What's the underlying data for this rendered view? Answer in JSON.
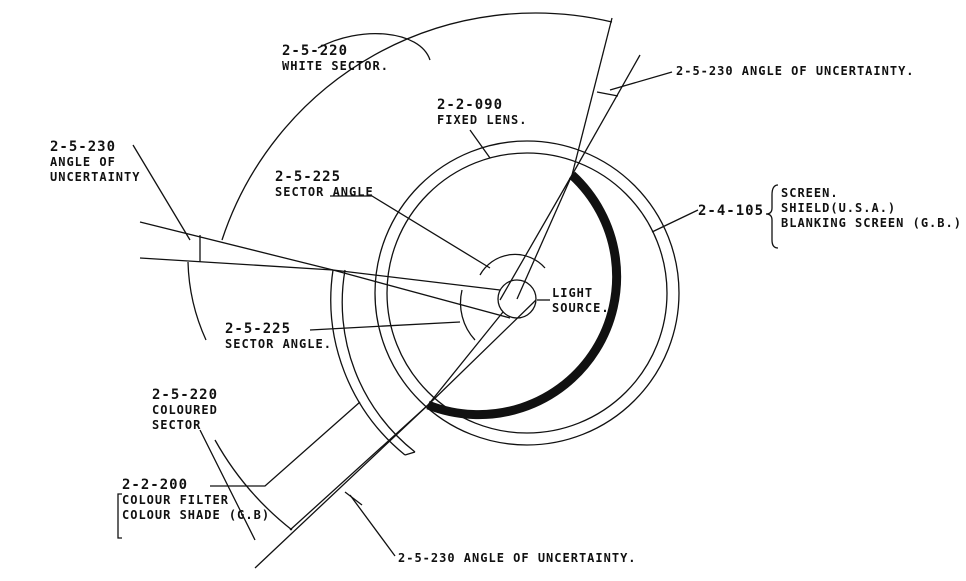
{
  "labels": {
    "white_sector": {
      "code": "2-5-220",
      "text": "WHITE SECTOR."
    },
    "top_uncertainty": {
      "text": "2-5-230 ANGLE OF UNCERTAINTY."
    },
    "fixed_lens": {
      "code": "2-2-090",
      "text": "FIXED LENS."
    },
    "left_uncertainty": {
      "code": "2-5-230",
      "line1": "ANGLE OF",
      "line2": "UNCERTAINTY"
    },
    "sector_angle_top": {
      "code": "2-5-225",
      "text": "SECTOR ANGLE"
    },
    "screen": {
      "code": "2-4-105",
      "line1": "SCREEN.",
      "line2": "SHIELD(U.S.A.)",
      "line3": "BLANKING SCREEN (G.B.)"
    },
    "light_source": {
      "line1": "LIGHT",
      "line2": "SOURCE."
    },
    "sector_angle_bottom": {
      "code": "2-5-225",
      "text": "SECTOR ANGLE."
    },
    "coloured_sector": {
      "code": "2-5-220",
      "line1": "COLOURED",
      "line2": "SECTOR"
    },
    "colour_filter": {
      "code": "2-2-200",
      "line1": "COLOUR FILTER",
      "line2": "COLOUR SHADE (G.B)"
    },
    "bottom_uncertainty": {
      "text": "2-5-230 ANGLE  OF UNCERTAINTY."
    }
  }
}
